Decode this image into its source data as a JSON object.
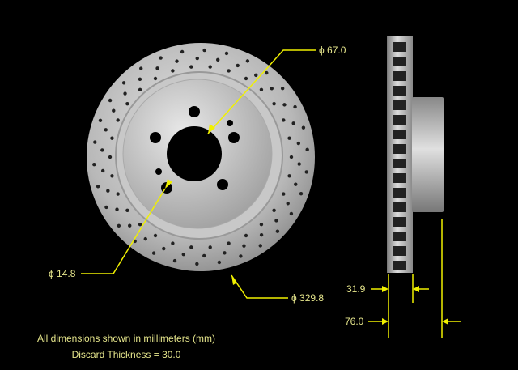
{
  "dimensions": {
    "center_bore": "ϕ 67.0",
    "bolt_hole": "ϕ 14.8",
    "outer_diameter": "ϕ 329.8",
    "rotor_thickness": "31.9",
    "overall_height": "76.0"
  },
  "notes": {
    "units": "All dimensions shown in millimeters (mm)",
    "discard": "Discard Thickness = 30.0"
  },
  "colors": {
    "background": "#000000",
    "dimension_line": "#f0f000",
    "text": "#e6e68c"
  }
}
